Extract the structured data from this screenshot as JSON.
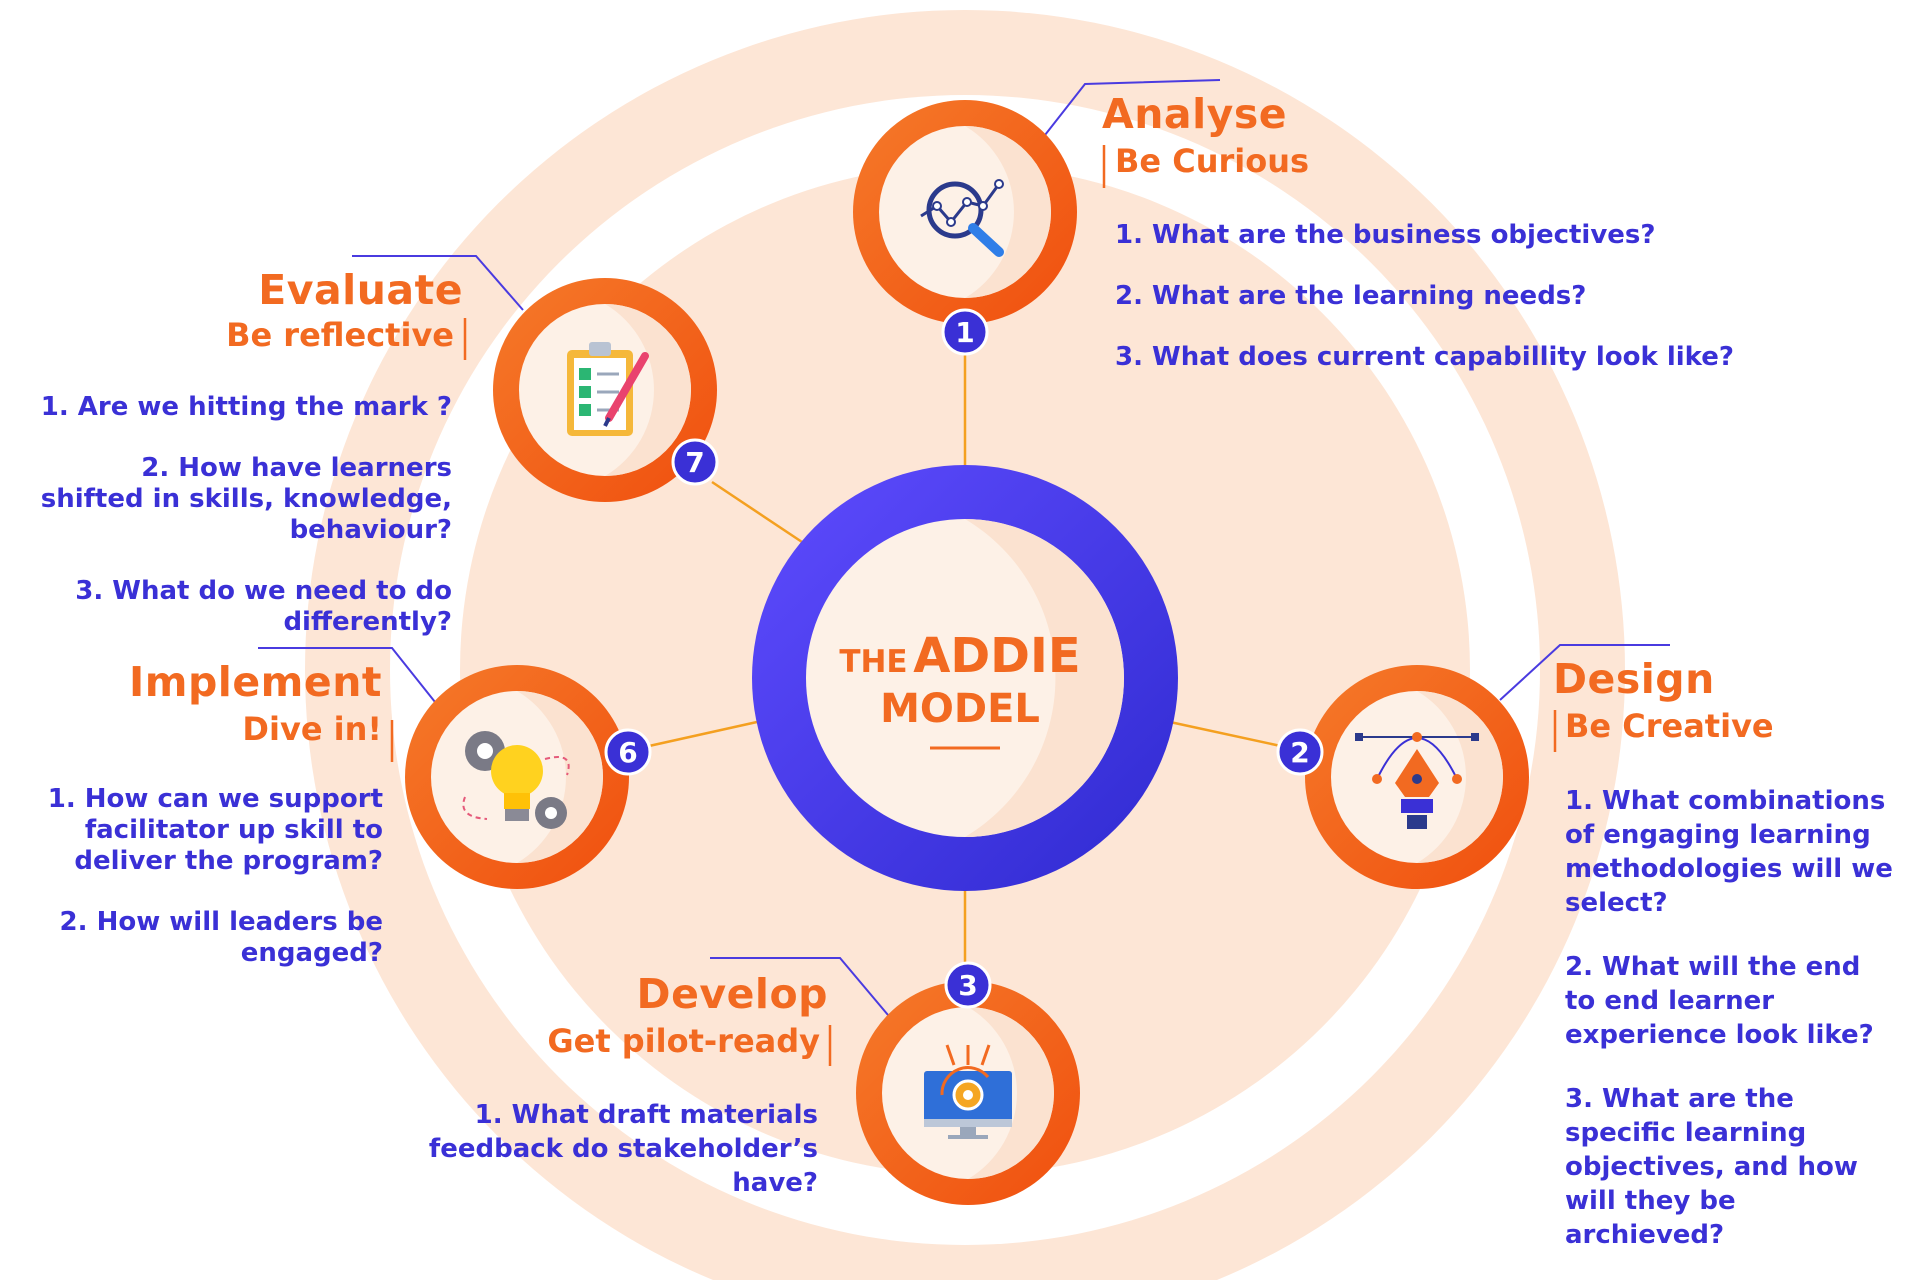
{
  "center": {
    "line1_small": "THE",
    "line1_big": "ADDIE",
    "line2": "MODEL"
  },
  "stages": [
    {
      "key": "analyse",
      "number": "1",
      "title": "Analyse",
      "subtitle": "Be Curious",
      "icon": "analytics-magnifier-icon",
      "questions": [
        "1. What are the business objectives?",
        "2. What are the learning needs?",
        "3. What does current capabillity look like?"
      ]
    },
    {
      "key": "design",
      "number": "2",
      "title": "Design",
      "subtitle": "Be Creative",
      "icon": "pen-tool-icon",
      "questions": [
        "1. What combinations of engaging learning methodologies will we select?",
        "2. What will the end to end learner experience look like?",
        "3. What are the specific learning objectives, and how will they be archieved?"
      ]
    },
    {
      "key": "develop",
      "number": "3",
      "title": "Develop",
      "subtitle": "Get pilot-ready",
      "icon": "monitor-gear-icon",
      "questions": [
        "1. What draft materials feedback do stakeholder’s have?"
      ]
    },
    {
      "key": "implement",
      "number": "6",
      "title": "Implement",
      "subtitle": "Dive in!",
      "icon": "lightbulb-gears-icon",
      "questions": [
        "1. How can we support facilitator up skill to deliver the program?",
        "2. How will leaders be engaged?"
      ]
    },
    {
      "key": "evaluate",
      "number": "7",
      "title": "Evaluate",
      "subtitle": "Be reflective",
      "icon": "clipboard-checklist-icon",
      "questions": [
        "1. Are we hitting the mark ?",
        "2. How have learners shifted in skills, knowledge, behaviour?",
        "3. What do we need to do differently?"
      ]
    }
  ],
  "colors": {
    "orange": "#f26a21",
    "orange_dark": "#f05a14",
    "blue": "#3a30d6",
    "blue_light": "#5a4af2",
    "peach": "#fde6d6",
    "cream": "#fdf1e7"
  }
}
